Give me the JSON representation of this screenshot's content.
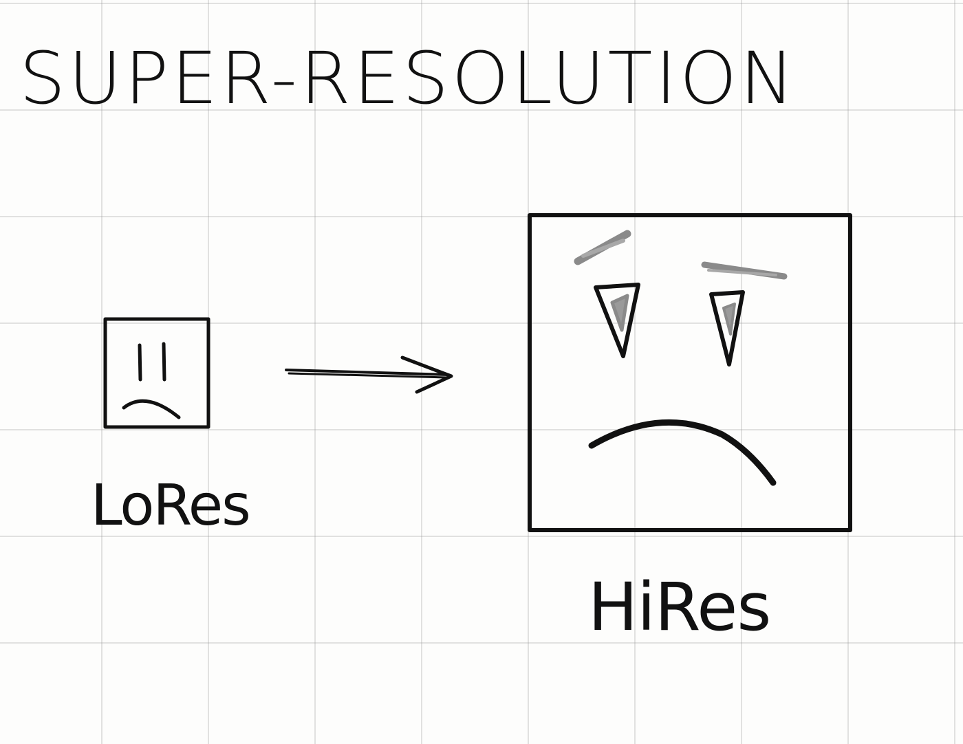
{
  "title": "SUPER-RESOLUTION",
  "input_label": "LoRes",
  "output_label": "HiRes",
  "colors": {
    "ink": "#111111",
    "pencil": "#8a8a8a",
    "grid": "#c4c4c4",
    "paper": "#fdfdfc"
  },
  "icons": {
    "lores_face": "sad-face-small",
    "hires_face": "sad-face-large",
    "arrow": "right-double-arrow"
  }
}
